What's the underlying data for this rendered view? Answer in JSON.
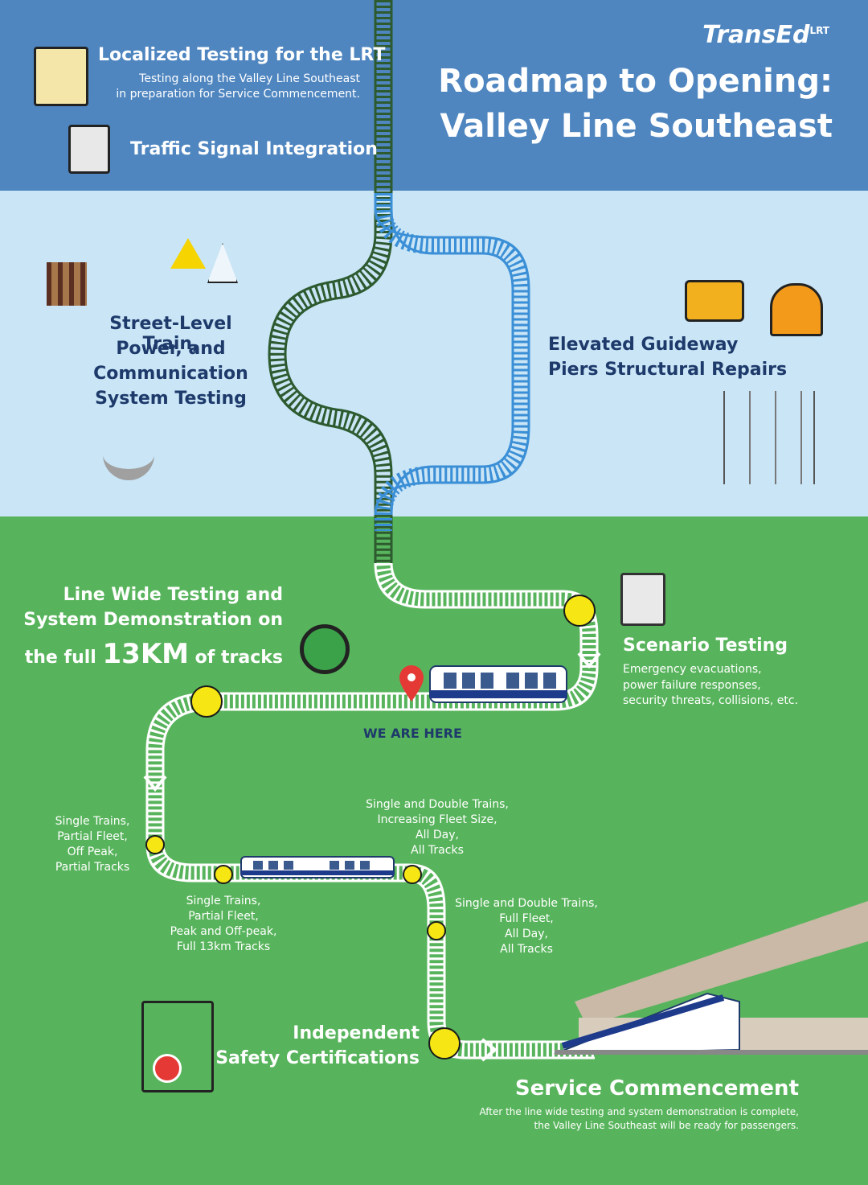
{
  "brand": {
    "name": "TransEd",
    "suffix": "LRT"
  },
  "title": {
    "line1": "Roadmap to Opening:",
    "line2": "Valley Line Southeast"
  },
  "milestones": {
    "localized": {
      "title": "Localized Testing for the LRT",
      "desc1": "Testing along the Valley Line Southeast",
      "desc2": "in preparation for Service Commencement."
    },
    "traffic": {
      "title": "Traffic Signal Integration"
    },
    "street": {
      "line1": "Street-Level Train,",
      "line2": "Power, and",
      "line3": "Communication",
      "line4": "System Testing"
    },
    "elevated": {
      "line1": "Elevated Guideway",
      "line2": "Piers Structural Repairs"
    },
    "linewide": {
      "line1": "Line Wide Testing and",
      "line2": "System Demonstration on",
      "line3_pre": "the full",
      "line3_big": "13KM",
      "line3_post": "of tracks"
    },
    "scenario": {
      "title": "Scenario Testing",
      "desc1": "Emergency evacuations,",
      "desc2": "power failure responses,",
      "desc3": "security threats, collisions, etc."
    },
    "we_are_here": "WE ARE HERE",
    "stage1": {
      "l1": "Single Trains,",
      "l2": "Partial Fleet,",
      "l3": "Off Peak,",
      "l4": "Partial Tracks"
    },
    "stage2": {
      "l1": "Single Trains,",
      "l2": "Partial Fleet,",
      "l3": "Peak and Off-peak,",
      "l4": "Full 13km Tracks"
    },
    "stage3": {
      "l1": "Single and Double Trains,",
      "l2": "Increasing Fleet Size,",
      "l3": "All Day,",
      "l4": "All Tracks"
    },
    "stage4": {
      "l1": "Single and Double Trains,",
      "l2": "Full Fleet,",
      "l3": "All Day,",
      "l4": "All Tracks"
    },
    "safety": {
      "line1": "Independent",
      "line2": "Safety Certifications"
    },
    "service": {
      "title": "Service Commencement",
      "desc1": "After the line wide testing and system demonstration is complete,",
      "desc2": "the Valley Line Southeast will be ready for passengers."
    }
  },
  "colors": {
    "blue_band": "#4f86c0",
    "light_band": "#c9e5f6",
    "green_band": "#58b45c",
    "navy": "#1e3a6b",
    "track_dark": "#2d5a2f",
    "track_blue": "#3b8fd6",
    "marker": "#f5e614",
    "pin": "#e53935"
  },
  "icons": [
    "checklist-icon",
    "traffic-signal-icon",
    "warning-icon",
    "power-tower-icon",
    "rail-track-icon",
    "antenna-icon",
    "construction-vehicle-icon",
    "worker-icon",
    "piers-icon",
    "clipboard-icon",
    "cycle-check-icon",
    "location-pin-icon",
    "certificate-icon",
    "train-icon"
  ]
}
